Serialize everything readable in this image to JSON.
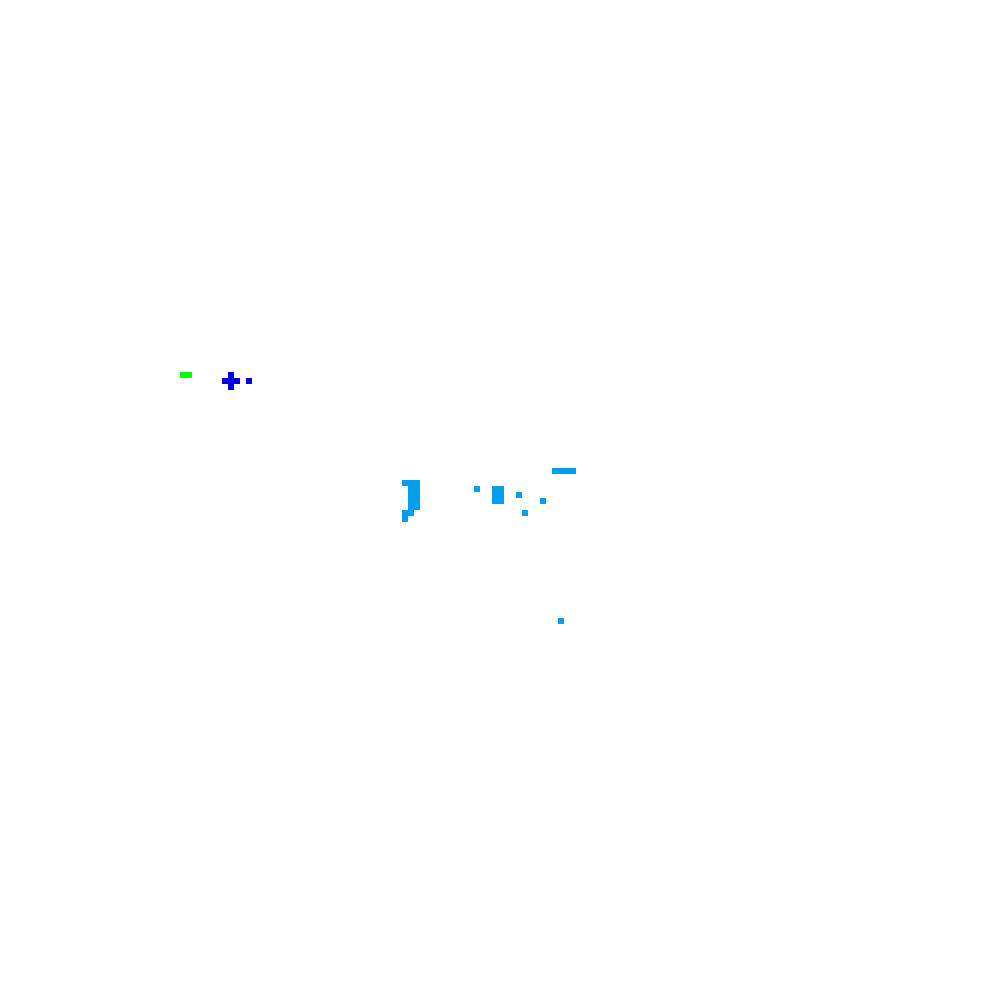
{
  "board": {
    "background": "#ffffff"
  },
  "colors": {
    "food": "#00ff00",
    "player": "#0000dd",
    "cyan": "#009fee"
  },
  "entities": [
    {
      "name": "food-pellet",
      "color_key": "food",
      "cells": [
        [
          30,
          62
        ],
        [
          31,
          62
        ]
      ]
    },
    {
      "name": "player-snake",
      "color_key": "player",
      "cells": [
        [
          38,
          62
        ],
        [
          37,
          63
        ],
        [
          38,
          63
        ],
        [
          39,
          63
        ],
        [
          38,
          64
        ],
        [
          41,
          63
        ]
      ]
    },
    {
      "name": "cyan-cluster-hook",
      "color_key": "cyan",
      "cells": [
        [
          67,
          80
        ],
        [
          68,
          80
        ],
        [
          69,
          80
        ],
        [
          68,
          81
        ],
        [
          69,
          81
        ],
        [
          68,
          82
        ],
        [
          69,
          82
        ],
        [
          68,
          83
        ],
        [
          69,
          83
        ],
        [
          68,
          84
        ],
        [
          69,
          84
        ],
        [
          67,
          85
        ],
        [
          68,
          85
        ],
        [
          67,
          86
        ]
      ]
    },
    {
      "name": "cyan-cluster-bar",
      "color_key": "cyan",
      "cells": [
        [
          92,
          78
        ],
        [
          93,
          78
        ],
        [
          94,
          78
        ],
        [
          95,
          78
        ]
      ]
    },
    {
      "name": "cyan-cluster-block",
      "color_key": "cyan",
      "cells": [
        [
          79,
          81
        ],
        [
          82,
          81
        ],
        [
          83,
          81
        ],
        [
          82,
          82
        ],
        [
          83,
          82
        ],
        [
          86,
          82
        ],
        [
          82,
          83
        ],
        [
          83,
          83
        ],
        [
          90,
          83
        ],
        [
          87,
          85
        ]
      ]
    },
    {
      "name": "cyan-stray-dot",
      "color_key": "cyan",
      "cells": [
        [
          93,
          103
        ]
      ]
    }
  ]
}
